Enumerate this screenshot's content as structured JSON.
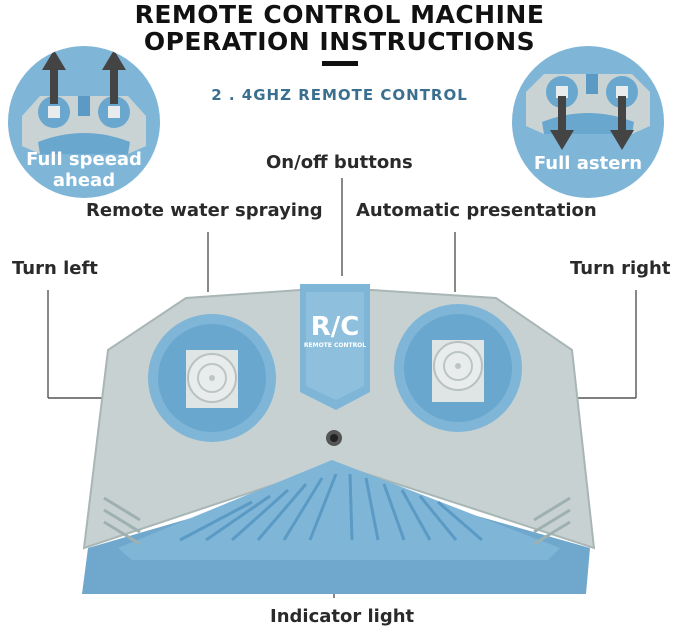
{
  "header": {
    "title_line1": "REMOTE CONTROL MACHINE",
    "title_line2": "OPERATION INSTRUCTIONS",
    "subtitle": "2 . 4GHZ REMOTE CONTROL"
  },
  "badges": {
    "left_label_line1": "Full speead",
    "left_label_line2": "ahead",
    "right_label": "Full astern"
  },
  "callouts": {
    "on_off": "On/off buttons",
    "spraying": "Remote water spraying",
    "presentation": "Automatic presentation",
    "turn_left": "Turn left",
    "turn_right": "Turn right",
    "indicator": "Indicator light"
  },
  "device": {
    "logo": "R/C",
    "logo_sub": "REMOTE  CONTROL"
  },
  "colors": {
    "body_gray": "#c9d3d3",
    "accent_blue": "#7fb6d8",
    "dark_blue": "#5a9ac4",
    "badge_blue": "#7fb6d8"
  }
}
